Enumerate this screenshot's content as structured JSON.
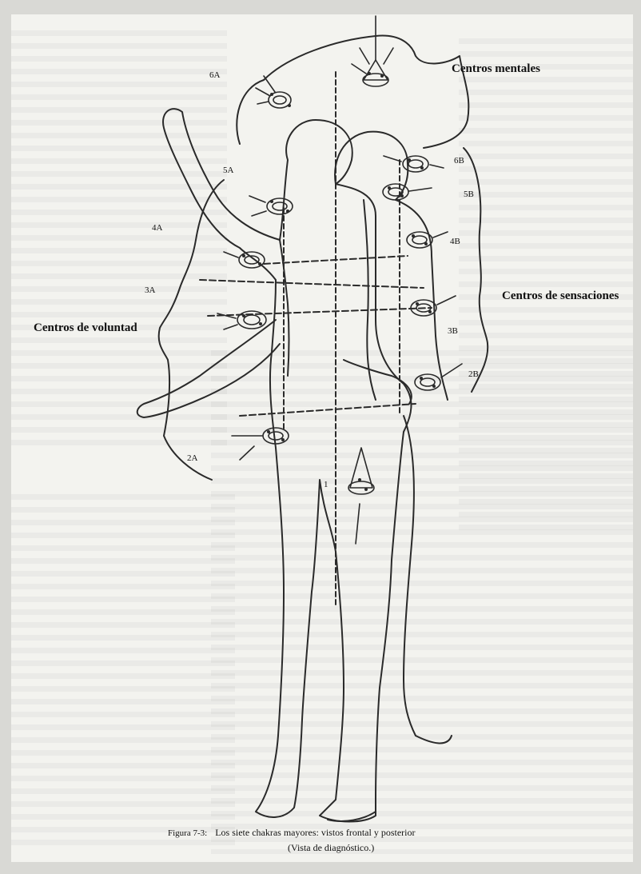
{
  "labels": {
    "centros_mentales": "Centros mentales",
    "centros_sensaciones": "Centros de sensaciones",
    "centros_voluntad": "Centros de voluntad",
    "l6a": "6A",
    "l5a": "5A",
    "l4a": "4A",
    "l3a": "3A",
    "l2a": "2A",
    "l1": "1",
    "l6b": "6B",
    "l5b": "5B",
    "l4b": "4B",
    "l3b": "3B",
    "l2b": "2B"
  },
  "caption": {
    "figure": "Figura 7-3:",
    "line1": "Los siete chakras mayores: vistos frontal y posterior",
    "line2": "(Vista de diagnóstico.)"
  }
}
